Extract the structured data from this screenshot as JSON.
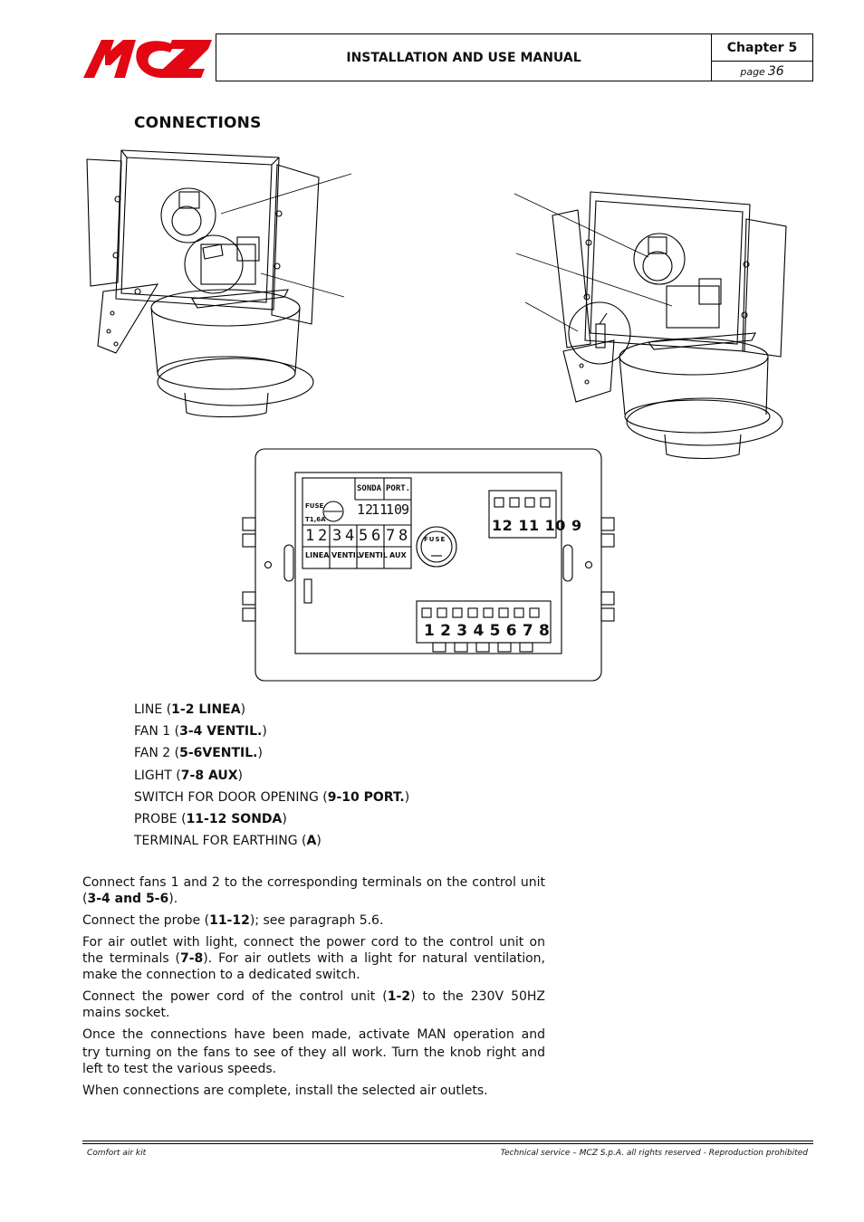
{
  "header": {
    "logo_text": "MCZ",
    "title": "INSTALLATION AND USE MANUAL",
    "chapter": "Chapter 5",
    "page_label": "page",
    "page_number": "36"
  },
  "section_title": "CONNECTIONS",
  "terminal_board": {
    "fuse_label": "FUSE",
    "fuse_rating": "T1,6A",
    "top_labels": [
      "SONDA",
      "PORT."
    ],
    "top_numbers": [
      "12",
      "11",
      "10",
      "9"
    ],
    "bottom_numbers": [
      "1",
      "2",
      "3",
      "4",
      "5",
      "6",
      "7",
      "8"
    ],
    "bottom_labels": [
      "LINEA",
      "VENTIL",
      "VENTIL",
      "AUX"
    ],
    "right_numbers": "12 11 10 9",
    "bottom_right_numbers": "1 2 3 4 5 6 7 8",
    "fuse_dial": "FUSE"
  },
  "connections": [
    {
      "prefix": "LINE (",
      "code": "1-2 LINEA",
      "suffix": ")"
    },
    {
      "prefix": "FAN 1 (",
      "code": "3-4 VENTIL.",
      "suffix": ")"
    },
    {
      "prefix": "FAN 2 (",
      "code": "5-6VENTIL.",
      "suffix": ")"
    },
    {
      "prefix": "LIGHT (",
      "code": "7-8 AUX",
      "suffix": ")"
    },
    {
      "prefix": "SWITCH FOR DOOR OPENING (",
      "code": "9-10 PORT.",
      "suffix": ")"
    },
    {
      "prefix": "PROBE (",
      "code": "11-12 SONDA",
      "suffix": ")"
    },
    {
      "prefix": "TERMINAL FOR EARTHING (",
      "code": "A",
      "suffix": ")"
    }
  ],
  "paragraphs": {
    "p1": {
      "a": "Connect fans 1 and 2 to the corresponding terminals on the control unit (",
      "b": "3-4 and 5-6",
      "c": ")."
    },
    "p2": {
      "a": "Connect the probe (",
      "b": "11-12",
      "c": "); see paragraph 5.6."
    },
    "p3": {
      "a": "For air outlet with light, connect the power cord to the control unit on the terminals (",
      "b": "7-8",
      "c": "). For air outlets with a light for natural ventilation, make the connection to a dedicated switch."
    },
    "p4": {
      "a": "Connect the power cord of the control unit (",
      "b": "1-2",
      "c": ") to the 230V 50HZ mains socket."
    },
    "p5": "Once the connections have been made, activate MAN  operation and",
    "p6": "try turning on the fans to see of they all work. Turn the knob right and left to test the various speeds.",
    "p7": "When connections are complete, install the selected air outlets."
  },
  "footer": {
    "left": "Comfort air kit",
    "right": "Technical service – MCZ S.p.A. all rights reserved - Reproduction prohibited"
  }
}
